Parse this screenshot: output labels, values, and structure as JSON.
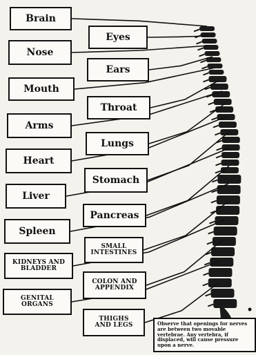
{
  "caption": "",
  "labels": {
    "brain": "Brain",
    "nose": "Nose",
    "mouth": "Mouth",
    "arms": "Arms",
    "heart": "Heart",
    "liver": "Liver",
    "spleen": "Spleen",
    "kidneys_line1": "KIDNEYS AND",
    "kidneys_line2": "BLADDER",
    "genital_line1": "GENITAL",
    "genital_line2": "ORGANS",
    "eyes": "Eyes",
    "ears": "Ears",
    "throat": "Throat",
    "lungs": "Lungs",
    "stomach": "Stomach",
    "pancreas": "Pancreas",
    "small_int_line1": "SMALL",
    "small_int_line2": "INTESTINES",
    "colon_line1": "COLON AND",
    "colon_line2": "APPENDIX",
    "thighs_line1": "THIGHS",
    "thighs_line2": "AND LEGS"
  },
  "note": "Observe that openings for nerves are between two movable vertebrae. Any vertebra, if displaced, will cause pressure upon a nerve."
}
